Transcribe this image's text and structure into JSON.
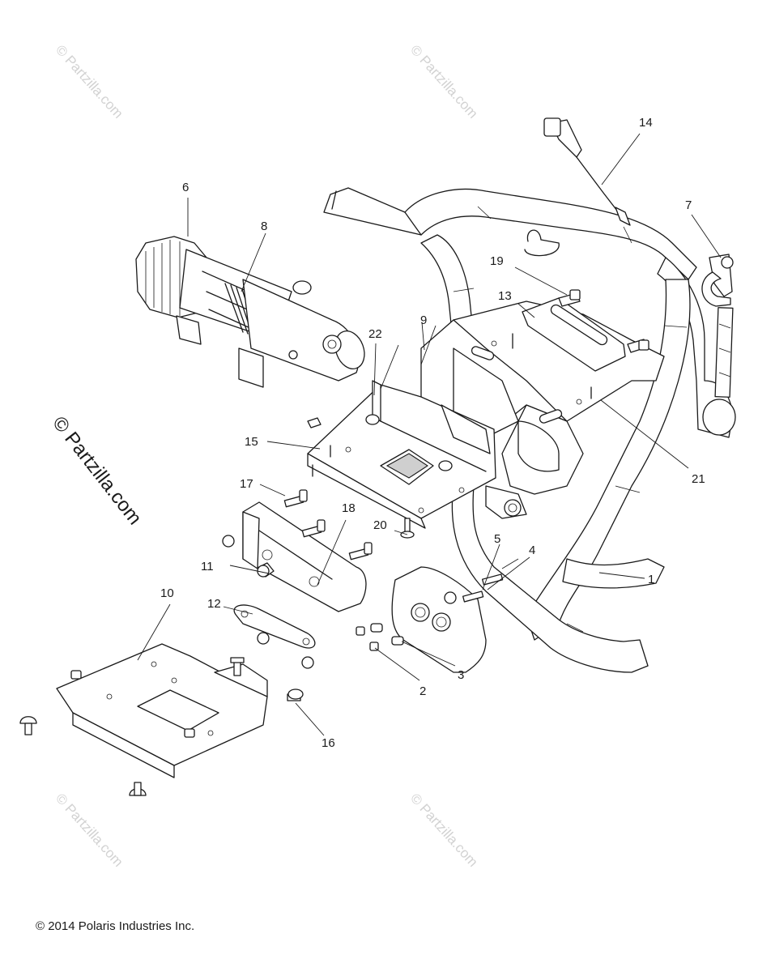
{
  "watermark": {
    "text": "© Partzilla.com",
    "side_text": "© Partzilla.com"
  },
  "copyright": "© 2014 Polaris Industries Inc.",
  "callouts": [
    {
      "id": "c1",
      "label": "1"
    },
    {
      "id": "c2",
      "label": "2"
    },
    {
      "id": "c3",
      "label": "3"
    },
    {
      "id": "c4",
      "label": "4"
    },
    {
      "id": "c5",
      "label": "5"
    },
    {
      "id": "c6",
      "label": "6"
    },
    {
      "id": "c7",
      "label": "7"
    },
    {
      "id": "c8",
      "label": "8"
    },
    {
      "id": "c9",
      "label": "9"
    },
    {
      "id": "c10",
      "label": "10"
    },
    {
      "id": "c11",
      "label": "11"
    },
    {
      "id": "c12",
      "label": "12"
    },
    {
      "id": "c13",
      "label": "13"
    },
    {
      "id": "c14",
      "label": "14"
    },
    {
      "id": "c15",
      "label": "15"
    },
    {
      "id": "c16",
      "label": "16"
    },
    {
      "id": "c17",
      "label": "17"
    },
    {
      "id": "c18",
      "label": "18"
    },
    {
      "id": "c19",
      "label": "19"
    },
    {
      "id": "c20",
      "label": "20"
    },
    {
      "id": "c21",
      "label": "21"
    },
    {
      "id": "c22",
      "label": "22"
    }
  ]
}
